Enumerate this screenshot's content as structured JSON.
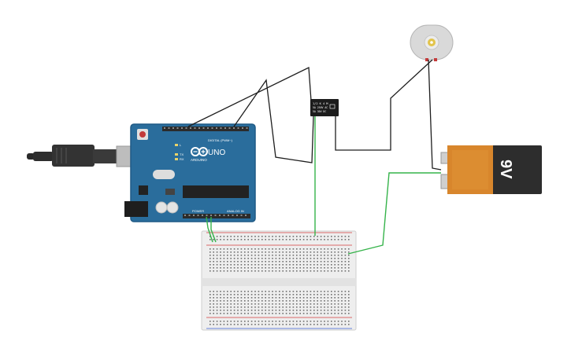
{
  "arduino": {
    "brand_text": "ARDUINO",
    "model_text": "UNO",
    "digital_header_label": "DIGITAL (PWM~)",
    "power_header_label": "POWER",
    "analog_header_label": "ANALOG IN",
    "tx_label": "TX",
    "rx_label": "RX",
    "led_label": "L",
    "colors": {
      "board": "#2a6d9c",
      "board_edge": "#1f5a85",
      "header": "#2b2b2b",
      "chip": "#222222"
    }
  },
  "relay": {
    "code_line1": "1/2 K 4 M",
    "code_line2": "5A 250V AC",
    "code_line3": "5A 30V DC",
    "color": "#1c1c1c"
  },
  "battery": {
    "label": "9V",
    "colors": {
      "body": "#2d2d2d",
      "band": "#d8862c"
    }
  },
  "motor": {
    "icon": "dc-motor-icon",
    "color": "#d9d9d9"
  },
  "usb_cable": {
    "icon": "usb-plug-icon"
  },
  "breadboard": {
    "icon": "breadboard-icon",
    "rail_red": "#d33b3b",
    "rail_blue": "#3b5fd3"
  },
  "wires": {
    "black": "#1e1e1e",
    "green": "#35b34a"
  }
}
